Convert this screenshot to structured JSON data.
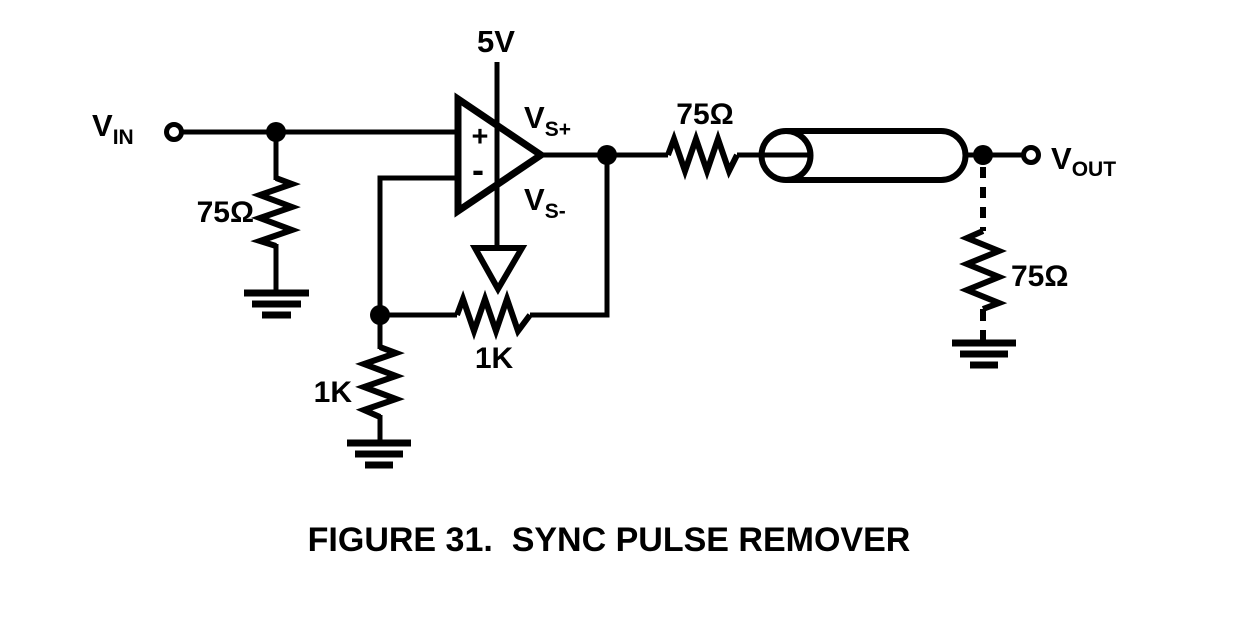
{
  "figure": {
    "caption": "FIGURE 31.  SYNC PULSE REMOVER"
  },
  "colors": {
    "ink": "#000000",
    "background": "#ffffff"
  },
  "labels": {
    "vin": {
      "base": "V",
      "sub": "IN"
    },
    "vout": {
      "base": "V",
      "sub": "OUT"
    },
    "supply": "5V",
    "vs_plus": {
      "base": "V",
      "sub": "S+"
    },
    "vs_minus": {
      "base": "V",
      "sub": "S-"
    },
    "opamp": {
      "noninverting": "+",
      "inverting": "-"
    },
    "resistors": {
      "input_termination": "75Ω",
      "series_output": "75Ω",
      "load_termination": "75Ω",
      "feedback": "1K",
      "ground_leg": "1K"
    }
  }
}
